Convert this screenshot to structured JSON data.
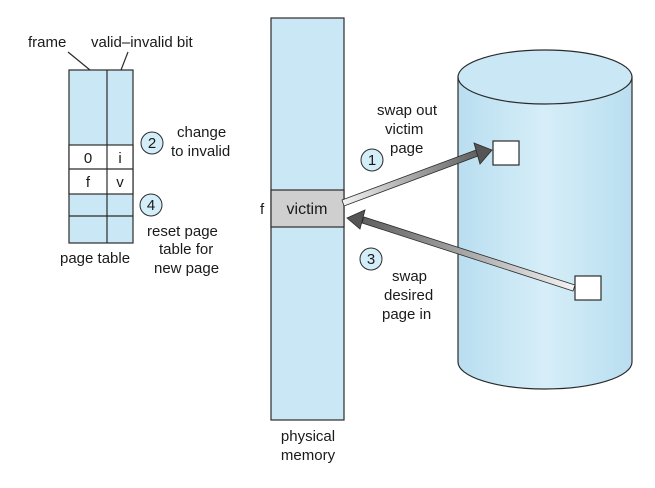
{
  "colors": {
    "fill_blue": "#c9e7f4",
    "stroke": "#2b2b2b",
    "victim_gray": "#cfcfcf",
    "arrow_dark": "#5b5b5b"
  },
  "page_table": {
    "frame_label": "frame",
    "valid_bit_label": "valid–invalid bit",
    "caption": "page table",
    "rows": [
      {
        "frame": "0",
        "bit": "i"
      },
      {
        "frame": "f",
        "bit": "v"
      }
    ]
  },
  "memory": {
    "frame_marker": "f",
    "victim_label": "victim",
    "caption_line1": "physical",
    "caption_line2": "memory"
  },
  "steps": [
    {
      "num": "1",
      "lines": [
        "swap out",
        "victim",
        "page"
      ]
    },
    {
      "num": "2",
      "lines": [
        "change",
        "to invalid"
      ]
    },
    {
      "num": "3",
      "lines": [
        "swap",
        "desired",
        "page in"
      ]
    },
    {
      "num": "4",
      "lines": [
        "reset page",
        "table for",
        "new page"
      ]
    }
  ]
}
